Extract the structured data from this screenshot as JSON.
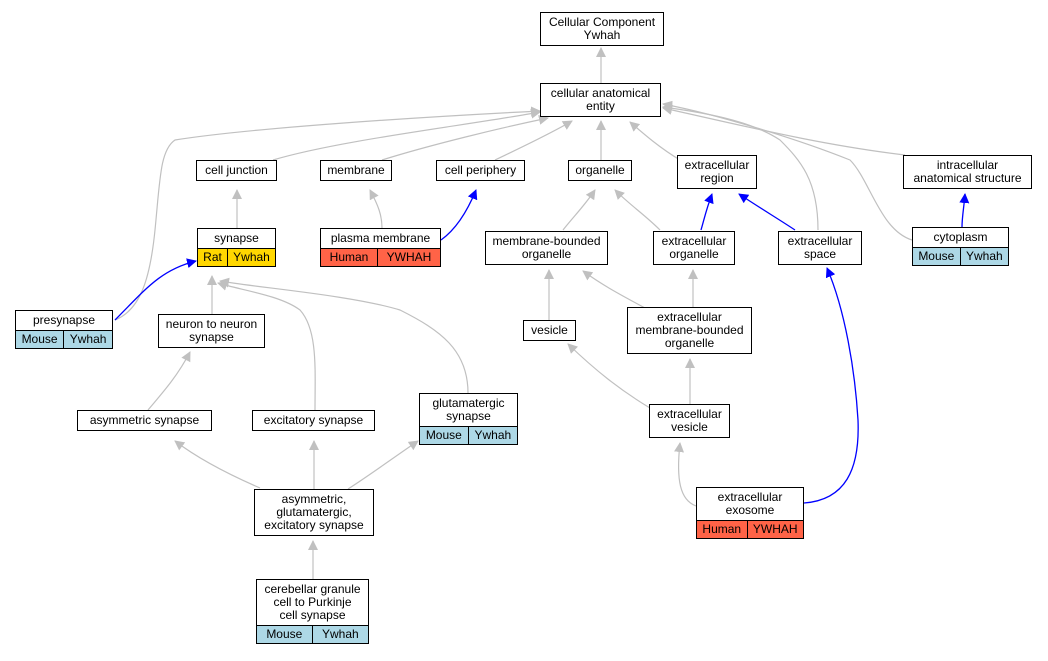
{
  "colors": {
    "mouse": "#add8e6",
    "rat": "#ffd700",
    "human": "#ff6347",
    "edge_is_a": "#c0c0c0",
    "edge_annotation": "#0000ff"
  },
  "nodes": {
    "cellular_component": {
      "label": "Cellular Component\nYwhah"
    },
    "cellular_anatomical_entity": {
      "label": "cellular anatomical\nentity"
    },
    "cell_junction": {
      "label": "cell junction"
    },
    "membrane": {
      "label": "membrane"
    },
    "cell_periphery": {
      "label": "cell periphery"
    },
    "organelle": {
      "label": "organelle"
    },
    "extracellular_region": {
      "label": "extracellular\nregion"
    },
    "intracellular_anatomical_structure": {
      "label": "intracellular\nanatomical structure"
    },
    "synapse": {
      "label": "synapse",
      "species": "Rat",
      "gene": "Ywhah"
    },
    "plasma_membrane": {
      "label": "plasma membrane",
      "species": "Human",
      "gene": "YWHAH"
    },
    "membrane_bounded_organelle": {
      "label": "membrane-bounded\norganelle"
    },
    "extracellular_organelle": {
      "label": "extracellular\norganelle"
    },
    "extracellular_space": {
      "label": "extracellular\nspace"
    },
    "cytoplasm": {
      "label": "cytoplasm",
      "species": "Mouse",
      "gene": "Ywhah"
    },
    "presynapse": {
      "label": "presynapse",
      "species": "Mouse",
      "gene": "Ywhah"
    },
    "neuron_to_neuron_synapse": {
      "label": "neuron to neuron\nsynapse"
    },
    "vesicle": {
      "label": "vesicle"
    },
    "extracellular_membrane_bounded_organelle": {
      "label": "extracellular\nmembrane-bounded\norganelle"
    },
    "asymmetric_synapse": {
      "label": "asymmetric synapse"
    },
    "excitatory_synapse": {
      "label": "excitatory synapse"
    },
    "glutamatergic_synapse": {
      "label": "glutamatergic\nsynapse",
      "species": "Mouse",
      "gene": "Ywhah"
    },
    "extracellular_vesicle": {
      "label": "extracellular\nvesicle"
    },
    "asym_glut_exc_synapse": {
      "label": "asymmetric,\nglutamatergic,\nexcitatory synapse"
    },
    "extracellular_exosome": {
      "label": "extracellular\nexosome",
      "species": "Human",
      "gene": "YWHAH"
    },
    "cerebellar_granule_synapse": {
      "label": "cerebellar granule\ncell to Purkinje\ncell synapse",
      "species": "Mouse",
      "gene": "Ywhah"
    }
  }
}
